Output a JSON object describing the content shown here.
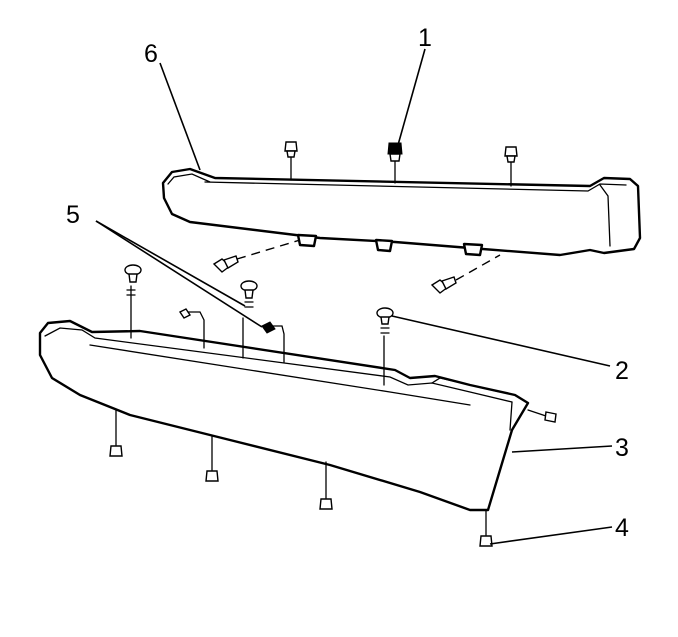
{
  "callouts": {
    "c1": "1",
    "c2": "2",
    "c3": "3",
    "c4": "4",
    "c5": "5",
    "c6": "6"
  },
  "icons": {
    "bolt": "bolt-icon",
    "push_pin": "push-pin-retainer-icon",
    "clip": "clip-icon",
    "grommet": "grommet-icon"
  },
  "colors": {
    "line": "#000000",
    "background": "#ffffff"
  }
}
